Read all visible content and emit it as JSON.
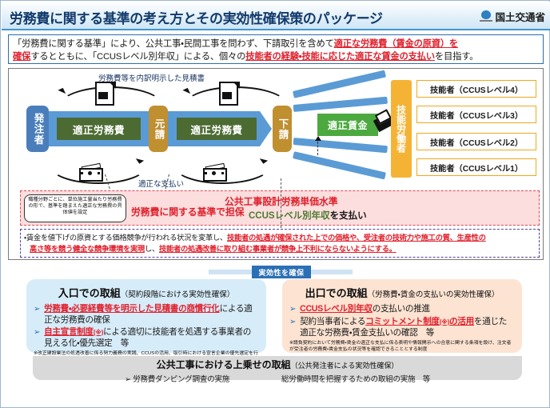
{
  "header": {
    "title": "労務費に関する基準の考え方とその実効性確保策のパッケージ",
    "ministry": "国土交通省",
    "logo_icon": "mlit-logo-icon"
  },
  "lead": {
    "line1_a": "「労務費に関する基準」により、公共工事・民間工事を問わず、下請取引を含めて",
    "line1_hl": "適正な労務費（賃金の原資）を",
    "line2_hl1": "確保",
    "line2_a": "するとともに、「CCUSレベル別年収」による、個々の",
    "line2_hl2": "技能者の経験・技能に応じた適正な賃金の支払い",
    "line2_b": "を目指す。"
  },
  "diagram": {
    "estimate_label": "労務費等を内訳明示した見積書",
    "payment_label": "適正な支払い",
    "doc_icon": "document-icon",
    "money_icon": "banknote-icon",
    "parties": {
      "client": "発注者",
      "prime": "元請",
      "sub": "下請",
      "workers": "技能労働者"
    },
    "flow_labels": {
      "labor_cost_1": "適正労務費",
      "labor_cost_2": "適正労務費",
      "fair_wage": "適正賃金"
    },
    "levels": [
      "技能者（CCUSレベル4）",
      "技能者（CCUSレベル3）",
      "技能者（CCUSレベル2）",
      "技能者（CCUSレベル1）"
    ]
  },
  "pink_band": {
    "callout": "職種分野ごとに、単位施工量当たり労務費の形で、基準を踏まえた適正な労務費の具体値を設定",
    "left_text": "労務費に関する基準で担保",
    "right_title": "公共工事設計労務単価水準",
    "right_text_hl": "CCUSレベル別年収",
    "right_text_rest": "を支払い"
  },
  "summary_box": {
    "bullet": "・",
    "l1_a": "賃金を値下げの原資とする価格競争が行われる状況を変革し、",
    "l1_hl": "技能者の処遇が確保された上での価格や、受注者の技術力や施工の質、生産性の",
    "l2_hl": "高さ等を競う健全な競争環境を実現",
    "l2_a": "し、",
    "l2_hl2": "技能者の処遇改善に取り組む事業者が競争上不利にならないようにする。"
  },
  "bottom": {
    "banner": "実効性を確保",
    "left": {
      "heading": "入口での取組",
      "heading_sub": "（契約段階における実効性確保）",
      "bullet_marker": "➢",
      "items": [
        {
          "hl": "労務費・必要経費等を明示した見積書の商慣行化",
          "rest": "による適正な労務費の確保"
        },
        {
          "hl": "自主宣言制度",
          "mark": "(※)",
          "rest": "による適切に技能者を処遇する事業者の見える化・優先選定　等"
        }
      ],
      "note": "※改正建設業法の処遇改善に係る努力義務の実践、CCUSの活用、取引時における宣言企業の優先選定を行う事業者を見える化し、インセンティブを付与する制度"
    },
    "right": {
      "heading": "出口での取組",
      "heading_sub": "（労務費・賃金の支払いの実効性確保）",
      "bullet_marker": "➢",
      "items": [
        {
          "hl": "CCUSレベル別年収",
          "rest": "の支払いの推進"
        },
        {
          "pre": "契約当事者による",
          "hl": "コミットメント制度",
          "mark": "(※)",
          "hl2": "の活用",
          "rest": "を通じた適正な労務費・賃金支払いの確認　等"
        }
      ],
      "note": "※請負契約において労務費・賃金の適正な支払に係る表明や情報開示への合意に関する条項を設け、注文者が受注者の労務費・賃金支払の状況等を確認できることとする制度"
    },
    "lower": {
      "heading": "公共工事における上乗せの取組",
      "heading_sub": "（公共発注者による実効性確保）",
      "bullet_marker": "➢",
      "item1": "労務費ダンピング調査の実施",
      "item2": "総労働時間を把握するための取組の実施　等"
    }
  }
}
